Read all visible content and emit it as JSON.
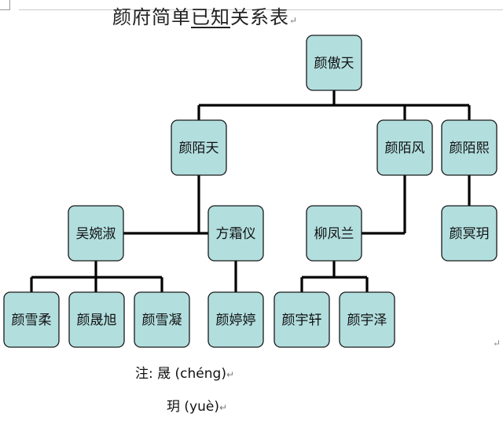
{
  "title": {
    "pre": "颜府简单",
    "underlined": "已知",
    "post": "关系表"
  },
  "para_mark": "↵",
  "side_mark": "↵",
  "nodes": [
    {
      "id": "ao",
      "label": "颜傲天"
    },
    {
      "id": "motian",
      "label": "颜陌天"
    },
    {
      "id": "mofeng",
      "label": "颜陌风"
    },
    {
      "id": "moxi",
      "label": "颜陌熙"
    },
    {
      "id": "wu",
      "label": "吴婉淑"
    },
    {
      "id": "fang",
      "label": "方霜仪"
    },
    {
      "id": "liu",
      "label": "柳凤兰"
    },
    {
      "id": "mingyue",
      "label": "颜冥玥"
    },
    {
      "id": "xuerou",
      "label": "颜雪柔"
    },
    {
      "id": "shengxu",
      "label": "颜晟旭"
    },
    {
      "id": "xuening",
      "label": "颜雪凝"
    },
    {
      "id": "tingting",
      "label": "颜婷婷"
    },
    {
      "id": "yuxuan",
      "label": "颜宇轩"
    },
    {
      "id": "yuze",
      "label": "颜宇泽"
    }
  ],
  "notes": [
    {
      "text": "注: 晟 (chéng)"
    },
    {
      "text": "玥 (yuè)"
    }
  ]
}
